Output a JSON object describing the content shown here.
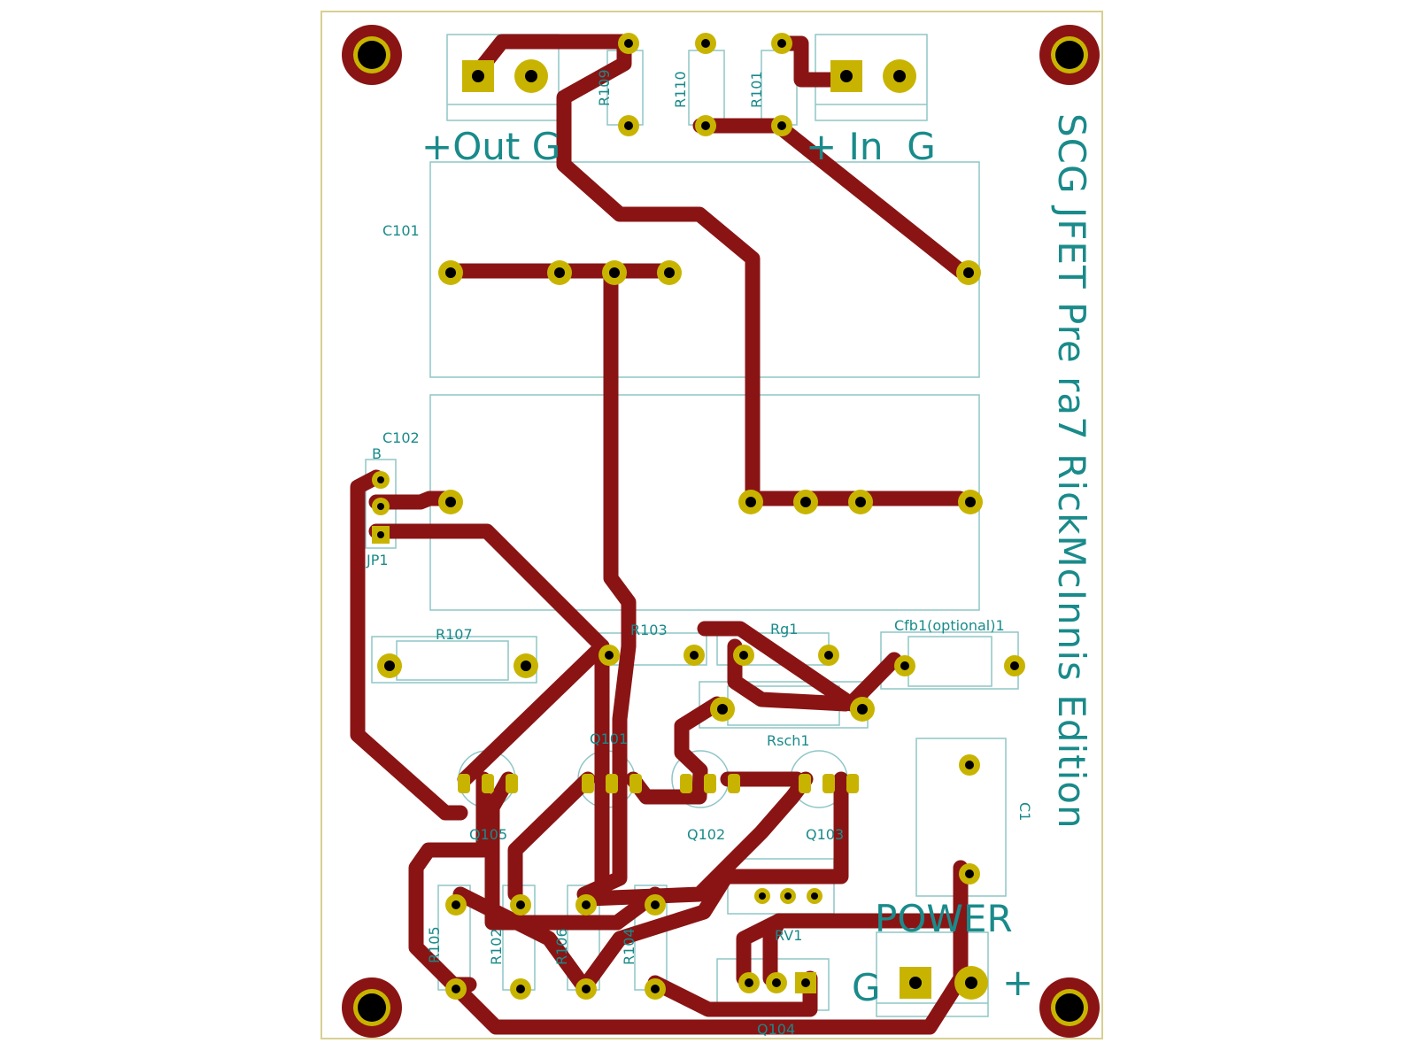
{
  "board": {
    "title": "SCG JFET Pre ra7 RickMcInnis Edition",
    "colors": {
      "trace": "#8a1414",
      "pad": "#c8b400",
      "silk": "#1a8a8a",
      "outline": "#d8d090",
      "hole": "#000000"
    }
  },
  "labels": {
    "out_connector": "+Out G",
    "in_connector": "+ In  G",
    "power": "POWER",
    "power_g": "G",
    "power_plus": "+",
    "c101": "C101",
    "c102": "C102",
    "jp1_b": "B",
    "jp1": "JP1",
    "r107": "R107",
    "r103": "R103",
    "rg1": "Rg1",
    "cfb1": "Cfb1(optional)1",
    "rsch1": "Rsch1",
    "q101": "Q101",
    "q102": "Q102",
    "q103": "Q103",
    "q105": "Q105",
    "q104": "Q104",
    "rv1": "RV1",
    "c1": "C1",
    "r109": "R109",
    "r110": "R110",
    "r101": "R101",
    "r105": "R105",
    "r102": "R102",
    "r106": "R106",
    "r104": "R104"
  }
}
